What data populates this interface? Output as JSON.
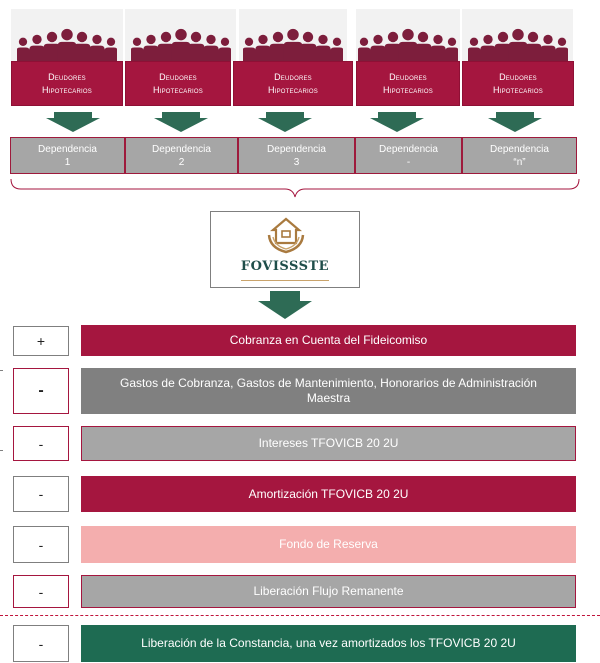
{
  "colors": {
    "maroon": "#a5163f",
    "gray_dark": "#808080",
    "gray": "#a6a6a6",
    "pink": "#f4aeae",
    "green": "#1e6b52",
    "arrow_green": "#2e6b55"
  },
  "debtors": [
    {
      "line1": "Deudores",
      "line2": "Hipotecarios"
    },
    {
      "line1": "Deudores",
      "line2": "Hipotecarios"
    },
    {
      "line1": "Deudores",
      "line2": "Hipotecarios"
    },
    {
      "line1": "Deudores",
      "line2": "Hipotecarios"
    },
    {
      "line1": "Deudores",
      "line2": "Hipotecarios"
    }
  ],
  "dependencies": [
    {
      "label": "Dependencia",
      "num": "1"
    },
    {
      "label": "Dependencia",
      "num": "2"
    },
    {
      "label": "Dependencia",
      "num": "3"
    },
    {
      "label": "Dependencia",
      "num": "-"
    },
    {
      "label": "Dependencia",
      "num": "“n”"
    }
  ],
  "fovissste": {
    "name": "FOVISSSTE",
    "logo_icon": "house-hands-icon"
  },
  "waterfall": [
    {
      "op": "+",
      "text": "Cobranza en Cuenta del Fideicomiso"
    },
    {
      "op": "-",
      "text": "Gastos de Cobranza, Gastos de Mantenimiento, Honorarios de Administración Maestra"
    },
    {
      "op": "-",
      "text": "Intereses TFOVICB 20 2U"
    },
    {
      "op": "-",
      "text": "Amortización TFOVICB 20 2U"
    },
    {
      "op": "-",
      "text": "Fondo de Reserva"
    },
    {
      "op": "-",
      "text": "Liberación Flujo Remanente"
    },
    {
      "op": "-",
      "text": "Liberación de la Constancia, una vez amortizados los TFOVICB 20 2U"
    }
  ]
}
